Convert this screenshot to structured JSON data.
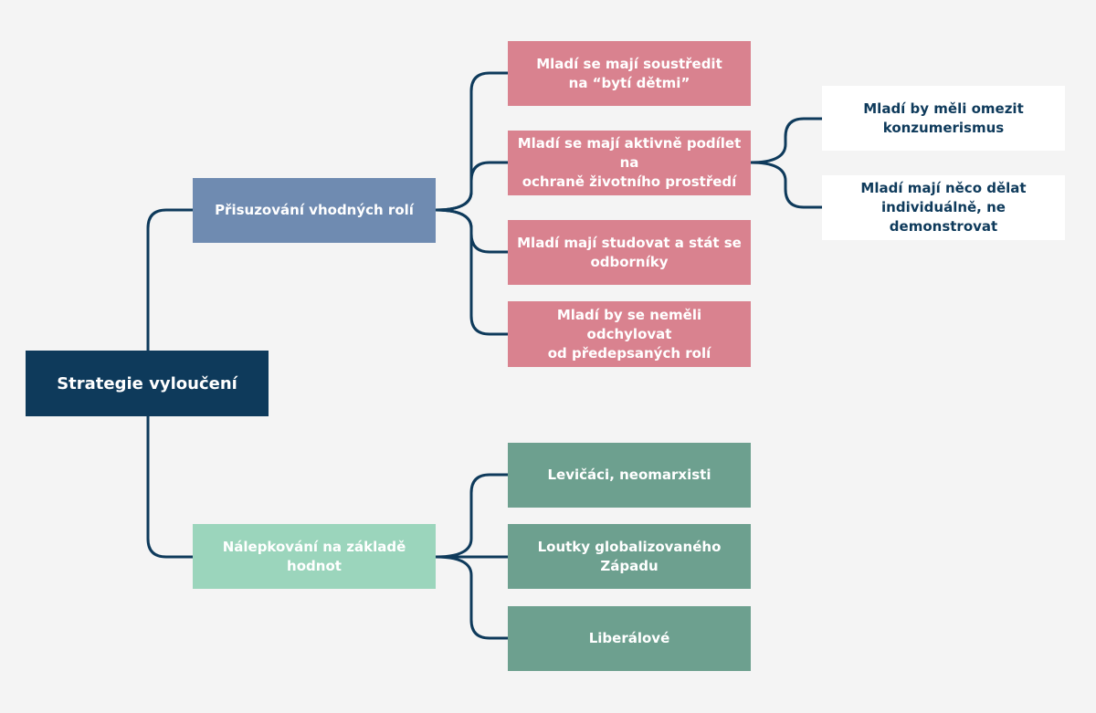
{
  "root": {
    "label": "Strategie vyloučení"
  },
  "branches": [
    {
      "label": "Přisuzování vhodných rolí",
      "children": [
        {
          "label": "Mladí se mají soustředit\nna “bytí dětmi”"
        },
        {
          "label": "Mladí se mají aktivně podílet na\nochraně životního prostředí",
          "children": [
            {
              "label": "Mladí by měli omezit\nkonzumerismus"
            },
            {
              "label": "Mladí mají něco dělat\nindividuálně, ne demonstrovat"
            }
          ]
        },
        {
          "label": "Mladí mají studovat a stát se\nodborníky"
        },
        {
          "label": "Mladí by se neměli odchylovat\nod předepsaných rolí"
        }
      ]
    },
    {
      "label": "Nálepkování na základě hodnot",
      "children": [
        {
          "label": "Levičáci, neomarxisti"
        },
        {
          "label": "Loutky globalizovaného Západu"
        },
        {
          "label": "Liberálové"
        }
      ]
    }
  ],
  "colors": {
    "connector": "#0e3a5b",
    "root": "#0e3a5b",
    "branch_roles": "#6f8bb1",
    "branch_labels": "#9bd5bc",
    "leaf_roles": "#d9828f",
    "leaf_labels": "#6da08f",
    "leaf_sub": "#ffffff"
  }
}
